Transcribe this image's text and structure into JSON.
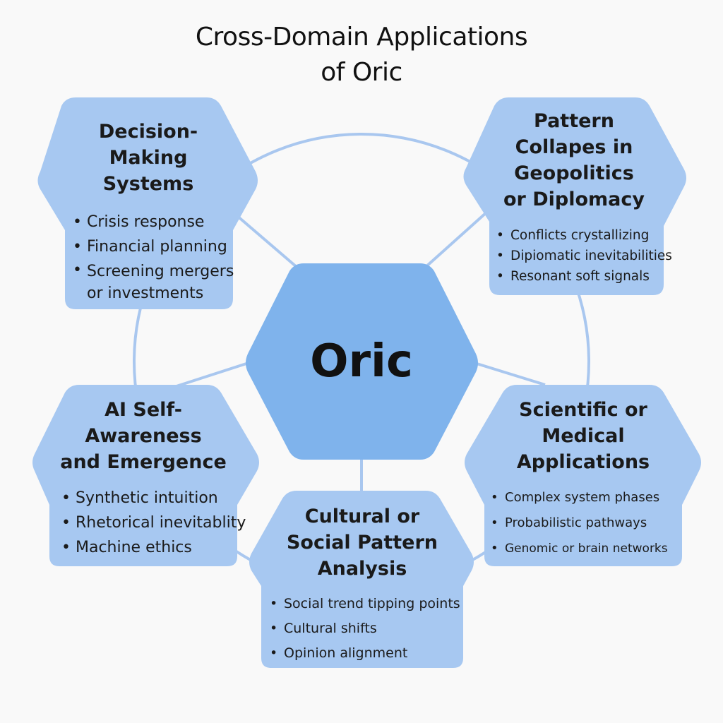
{
  "title": {
    "line1": "Cross-Domain Applications",
    "line2": "of Oric"
  },
  "hub": {
    "label": "Oric"
  },
  "colors": {
    "background": "#f9f9f9",
    "hub_fill": "#7fb3ec",
    "node_fill": "#a7c8f1",
    "connector": "#a9c7ef",
    "text": "#1a1a1a"
  },
  "nodes": {
    "decision": {
      "heading": [
        "Decision-",
        "Making",
        "Systems"
      ],
      "items": [
        "Crisis response",
        "Financial planning"
      ],
      "item_wrapped": [
        "Screening mergers",
        "or investments"
      ]
    },
    "geopolitics": {
      "heading": [
        "Pattern",
        "Collapes in",
        "Geopolitics",
        "or Diplomacy"
      ],
      "items": [
        "Conflicts crystallizing",
        "Dipiomatic inevitabilities",
        "Resonant soft signals"
      ]
    },
    "ai": {
      "heading": [
        "AI Self-",
        "Awareness",
        "and Emergence"
      ],
      "items": [
        "Synthetic intuition",
        "Rhetorical inevitablity",
        "Machine ethics"
      ]
    },
    "scientific": {
      "heading": [
        "Scientific or",
        "Medical",
        "Applications"
      ],
      "items": [
        "Complex system phases",
        "Probabilistic pathways",
        "Genomic or brain networks"
      ]
    },
    "cultural": {
      "heading": [
        "Cultural or",
        "Social Pattern",
        "Analysis"
      ],
      "items": [
        "Social trend tipping points",
        "Cultural shifts",
        "Opinion alignment"
      ]
    }
  }
}
